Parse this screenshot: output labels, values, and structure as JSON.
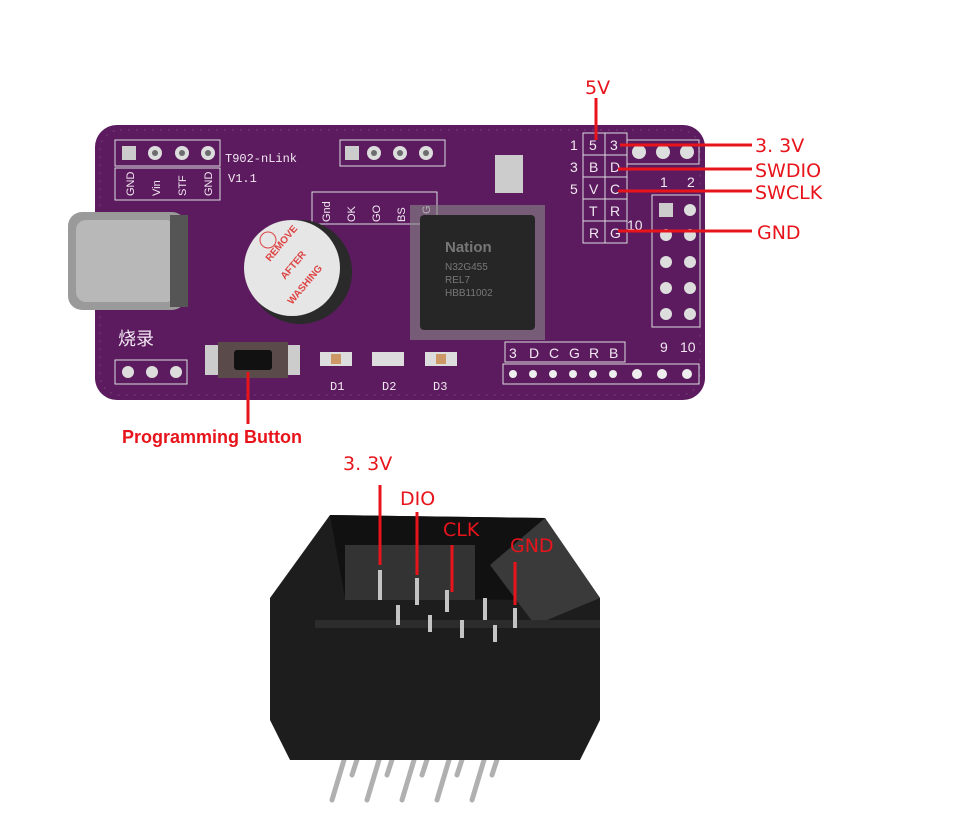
{
  "annotations": {
    "top_5v": "5V",
    "top_3v3": "3. 3V",
    "swdio": "SWDIO",
    "swclk": "SWCLK",
    "top_gnd": "GND",
    "programming_button": "Programming Button",
    "conn_3v3": "3. 3V",
    "conn_dio": "DIO",
    "conn_clk": "CLK",
    "conn_gnd": "GND"
  },
  "board": {
    "title": "T902-nLink",
    "version": "V1.1",
    "left_header": [
      "GND",
      "Vin",
      "STF",
      "GND"
    ],
    "status_header": [
      "Gnd",
      "OK",
      "GO",
      "BS",
      "NG"
    ],
    "burn_label": "烧录",
    "leds": [
      "D1",
      "D2",
      "D3"
    ],
    "buzzer_sticker": [
      "REMOVE",
      "AFTER",
      "WASHING"
    ],
    "chip": {
      "brand": "Nation",
      "model": "N32G455",
      "line2": "REL7",
      "line3": "HBB11002"
    },
    "pin_numbers_left": [
      "1",
      "3",
      "5",
      "10"
    ],
    "pin_grid": [
      [
        "5",
        "3"
      ],
      [
        "B",
        "D"
      ],
      [
        "V",
        "C"
      ],
      [
        "T",
        "R"
      ],
      [
        "R",
        "G"
      ]
    ],
    "header_numbers": [
      "1",
      "2",
      "9",
      "10"
    ],
    "bottom_header": [
      "3",
      "D",
      "C",
      "G",
      "R",
      "B"
    ]
  },
  "colors": {
    "annotation": "#e8141b",
    "pcb": "#5b1b5e",
    "connector": "#1c1c1c"
  }
}
